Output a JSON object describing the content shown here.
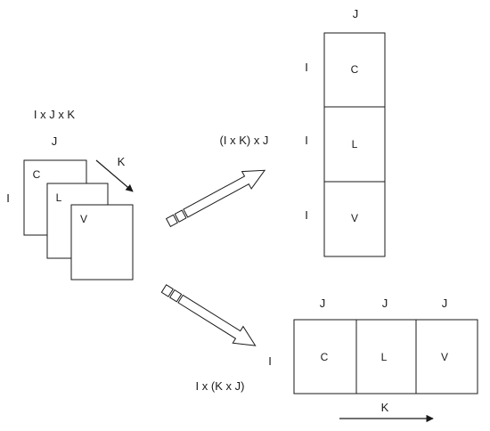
{
  "left": {
    "dims": "I x J x K",
    "j": "J",
    "i": "I",
    "k": "K",
    "slices": [
      "C",
      "L",
      "V"
    ]
  },
  "top": {
    "caption": "(I x K) x J",
    "j": "J",
    "rows": [
      {
        "i": "I",
        "label": "C"
      },
      {
        "i": "I",
        "label": "L"
      },
      {
        "i": "I",
        "label": "V"
      }
    ]
  },
  "bottom": {
    "caption": "I x (K x J)",
    "i": "I",
    "cols": [
      {
        "j": "J",
        "label": "C"
      },
      {
        "j": "J",
        "label": "L"
      },
      {
        "j": "J",
        "label": "V"
      }
    ],
    "k": "K"
  }
}
